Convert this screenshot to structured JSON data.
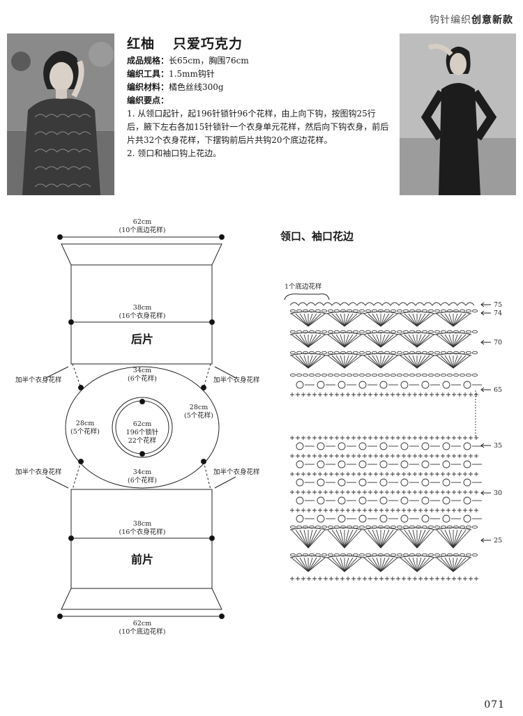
{
  "header": {
    "series_plain": "钩针编织",
    "series_bold": "创意新款"
  },
  "title": {
    "color_name": "红柚",
    "name": "只爱巧克力"
  },
  "specs": [
    {
      "label": "成品规格：",
      "value": "长65cm，胸围76cm"
    },
    {
      "label": "编织工具：",
      "value": "1.5mm钩针"
    },
    {
      "label": "编织材料：",
      "value": "橘色丝线300g"
    },
    {
      "label": "编织要点：",
      "value": ""
    }
  ],
  "steps": [
    "1. 从领口起针，起196针锁针96个花样，由上向下钩，按图钩25行后，腋下左右各加15针锁针一个衣身单元花样，然后向下钩衣身，前后片共32个衣身花样，下摆钩前后片共钩20个底边花样。",
    "2. 领口和袖口钩上花边。"
  ],
  "schematic": {
    "top_width": "62cm",
    "top_width_note": "(10个底边花样)",
    "back_width": "38cm",
    "back_width_note": "(16个衣身花样)",
    "back_label": "后片",
    "yoke_top": "34cm",
    "yoke_top_note": "(6个花样)",
    "yoke_left": "28cm",
    "yoke_left_note": "(5个花样)",
    "yoke_right": "28cm",
    "yoke_right_note": "(5个花样)",
    "neck_size": "62cm",
    "neck_stitches": "196个锁针",
    "neck_patterns": "22个花样",
    "yoke_bottom": "34cm",
    "yoke_bottom_note": "(6个花样)",
    "add_half_left_top": "加半个衣身花样",
    "add_half_right_top": "加半个衣身花样",
    "add_half_left_bottom": "加半个衣身花样",
    "add_half_right_bottom": "加半个衣身花样",
    "front_width": "38cm",
    "front_width_note": "(16个衣身花样)",
    "front_label": "前片",
    "bottom_width": "62cm",
    "bottom_width_note": "(10个底边花样)"
  },
  "chart": {
    "heading": "领口、袖口花边",
    "repeat_label": "1个底边花样",
    "row_labels": [
      "75",
      "74",
      "70",
      "65",
      "35",
      "30",
      "25"
    ]
  },
  "page_number": "071"
}
